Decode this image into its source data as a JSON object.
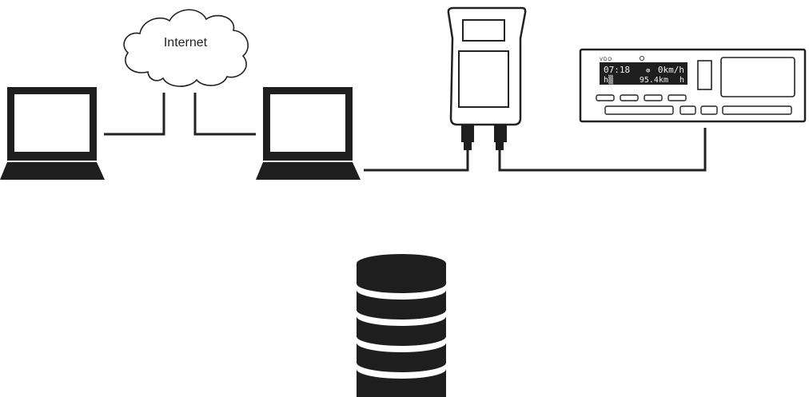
{
  "cloud": {
    "label": "Internet"
  },
  "tachograph": {
    "brand": "VDO",
    "display_line1_left": "07:18",
    "display_line1_right": "0km/h",
    "display_line2_left": "h▒",
    "display_line2_right": "95.4km",
    "display_line2_end": "h"
  },
  "colors": {
    "stroke": "#222222",
    "fill_dark": "#1e1e1e",
    "background": "#ffffff"
  }
}
